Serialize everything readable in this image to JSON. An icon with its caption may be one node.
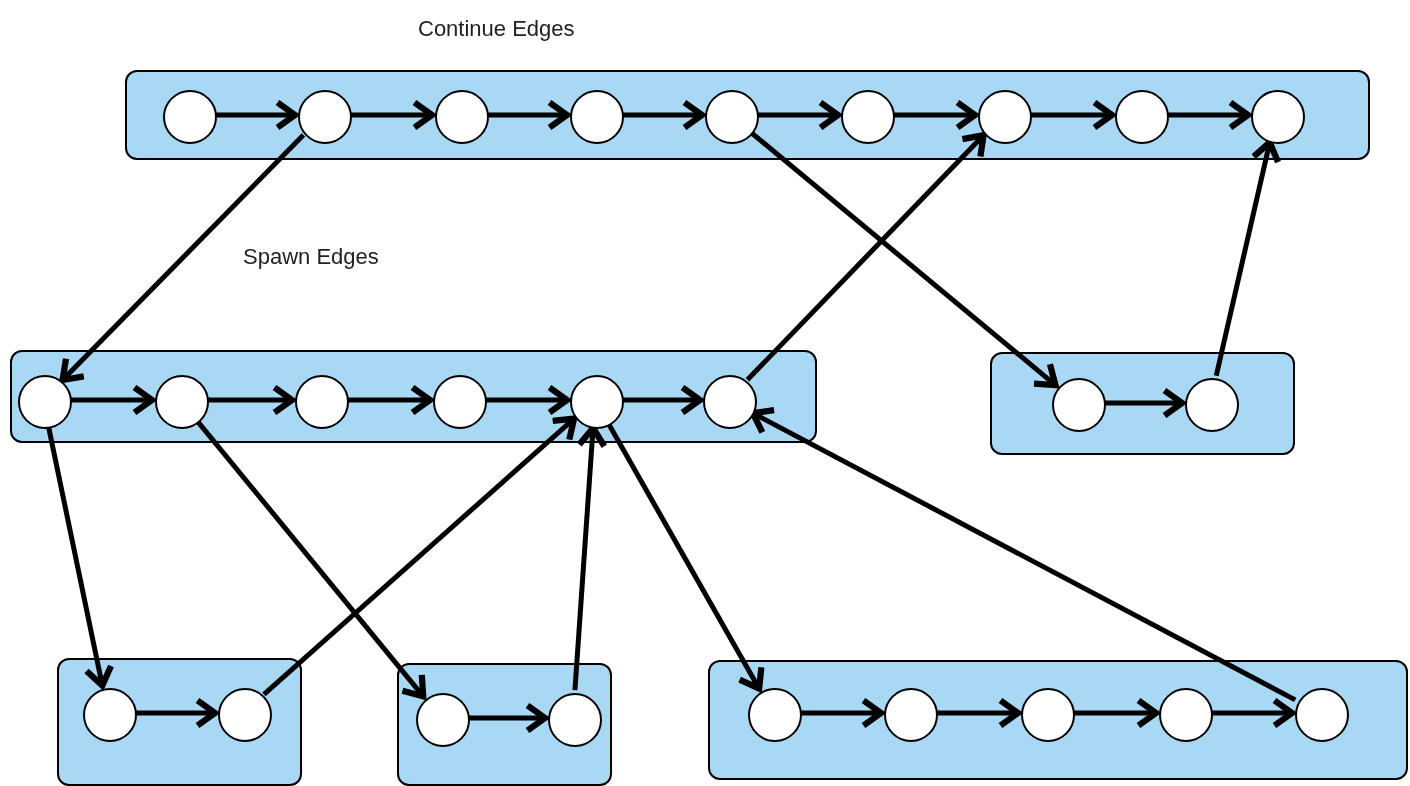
{
  "diagram": {
    "nodes": [
      {
        "text": [],
        "shape": "box"
      },
      {
        "text": [],
        "shape": "circle",
        "in": 0
      },
      {
        "text": [],
        "shape": "circle",
        "in": 0
      },
      {
        "text": [],
        "shape": "circle",
        "in": 0
      },
      {
        "text": [],
        "shape": "circle",
        "in": 0
      },
      {
        "text": [],
        "shape": "circle",
        "in": 0
      },
      {
        "text": [],
        "shape": "circle",
        "in": 0
      },
      {
        "text": [],
        "shape": "circle",
        "in": 0
      },
      {
        "text": [],
        "shape": "circle",
        "in": 0
      },
      {
        "text": [],
        "shape": "circle",
        "in": 0
      },
      {
        "text": [],
        "shape": "box"
      },
      {
        "text": [],
        "shape": "circle",
        "in": 10
      },
      {
        "text": [],
        "shape": "circle",
        "in": 10
      },
      {
        "text": [],
        "shape": "circle",
        "in": 10
      },
      {
        "text": [],
        "shape": "circle",
        "in": 10
      },
      {
        "text": [],
        "shape": "circle",
        "in": 10
      },
      {
        "text": [],
        "shape": "circle",
        "in": 10
      },
      {
        "text": [],
        "shape": "box"
      },
      {
        "text": [],
        "shape": "circle",
        "in": 17
      },
      {
        "text": [],
        "shape": "circle",
        "in": 17
      },
      {
        "text": [],
        "shape": "box"
      },
      {
        "text": [],
        "shape": "circle",
        "in": 20
      },
      {
        "text": [],
        "shape": "circle",
        "in": 20
      },
      {
        "text": [],
        "shape": "box"
      },
      {
        "text": [],
        "shape": "circle",
        "in": 23
      },
      {
        "text": [],
        "shape": "circle",
        "in": 23
      },
      {
        "text": [],
        "shape": "box"
      },
      {
        "text": [],
        "shape": "circle",
        "in": 26
      },
      {
        "text": [],
        "shape": "circle",
        "in": 26
      },
      {
        "text": [],
        "shape": "circle",
        "in": 26
      },
      {
        "text": [],
        "shape": "circle",
        "in": 26
      },
      {
        "text": [],
        "shape": "circle",
        "in": 26
      }
    ],
    "edges": [
      {
        "from": 1,
        "to": 2,
        "arrow": "to"
      },
      {
        "from": 2,
        "to": 3,
        "arrow": "to"
      },
      {
        "from": 3,
        "to": 4,
        "arrow": "to"
      },
      {
        "from": 4,
        "to": 5,
        "arrow": "to"
      },
      {
        "from": 5,
        "to": 6,
        "arrow": "to"
      },
      {
        "from": 6,
        "to": 7,
        "arrow": "to"
      },
      {
        "from": 7,
        "to": 8,
        "arrow": "to"
      },
      {
        "from": 8,
        "to": 9,
        "arrow": "to"
      },
      {
        "from": 11,
        "to": 12,
        "arrow": "to"
      },
      {
        "from": 12,
        "to": 13,
        "arrow": "to"
      },
      {
        "from": 13,
        "to": 14,
        "arrow": "to"
      },
      {
        "from": 14,
        "to": 15,
        "arrow": "to"
      },
      {
        "from": 15,
        "to": 16,
        "arrow": "to"
      },
      {
        "from": 18,
        "to": 19,
        "arrow": "to"
      },
      {
        "from": 21,
        "to": 22,
        "arrow": "to"
      },
      {
        "from": 24,
        "to": 25,
        "arrow": "to"
      },
      {
        "from": 27,
        "to": 28,
        "arrow": "to"
      },
      {
        "from": 28,
        "to": 29,
        "arrow": "to"
      },
      {
        "from": 29,
        "to": 30,
        "arrow": "to"
      },
      {
        "from": 30,
        "to": 31,
        "arrow": "to"
      },
      {
        "from": 2,
        "to": 11,
        "arrow": "to"
      },
      {
        "from": 5,
        "to": 18,
        "arrow": "to"
      },
      {
        "from": 16,
        "to": 7,
        "arrow": "to"
      },
      {
        "from": 19,
        "to": 9,
        "arrow": "to"
      },
      {
        "from": 11,
        "to": 21,
        "arrow": "to"
      },
      {
        "from": 12,
        "to": 24,
        "arrow": "to"
      },
      {
        "from": 22,
        "to": 15,
        "arrow": "to"
      },
      {
        "from": 25,
        "to": 15,
        "arrow": "to"
      },
      {
        "from": 15,
        "to": 27,
        "arrow": "to"
      },
      {
        "from": 31,
        "to": 16,
        "arrow": "to"
      }
    ],
    "labels": [
      "Continue Edges",
      "Spawn Edges"
    ]
  }
}
